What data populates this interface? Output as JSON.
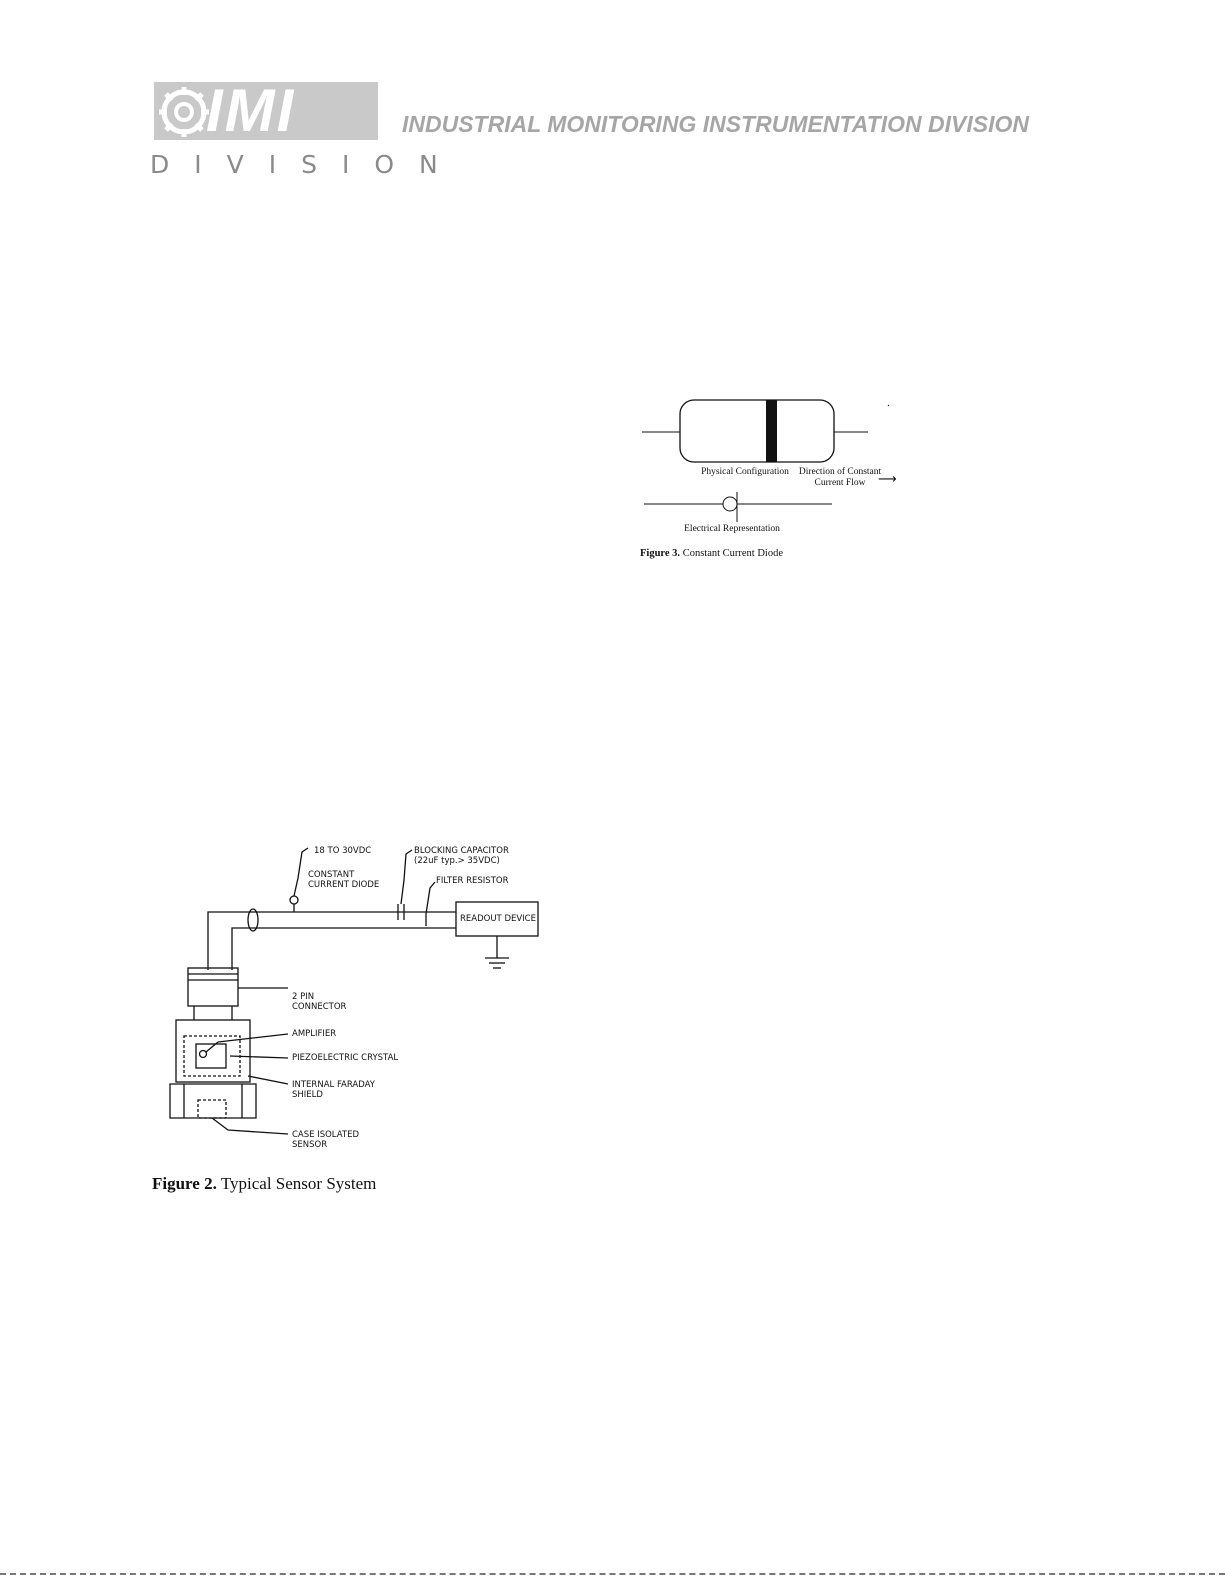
{
  "header": {
    "logo_text": "IMI",
    "logo_subtext": "DIVISION",
    "title": "INDUSTRIAL MONITORING INSTRUMENTATION DIVISION"
  },
  "figure3": {
    "physical_label": "Physical Configuration",
    "direction_label": "Direction of Constant Current Flow",
    "electrical_label": "Electrical Representation",
    "caption_number": "Figure 3.",
    "caption_text": "Constant Current Diode"
  },
  "figure2": {
    "labels": {
      "supply": "18 TO 30VDC",
      "diode_1": "CONSTANT",
      "diode_2": "CURRENT DIODE",
      "capacitor_1": "BLOCKING CAPACITOR",
      "capacitor_2": "(22uF typ.> 35VDC)",
      "resistor": "FILTER RESISTOR",
      "readout": "READOUT DEVICE",
      "connector_1": "2 PIN",
      "connector_2": "CONNECTOR",
      "amplifier": "AMPLIFIER",
      "crystal": "PIEZOELECTRIC CRYSTAL",
      "shield_1": "INTERNAL FARADAY",
      "shield_2": "SHIELD",
      "sensor_1": "CASE ISOLATED",
      "sensor_2": "SENSOR"
    },
    "caption_number": "Figure 2.",
    "caption_text": "Typical Sensor System"
  }
}
